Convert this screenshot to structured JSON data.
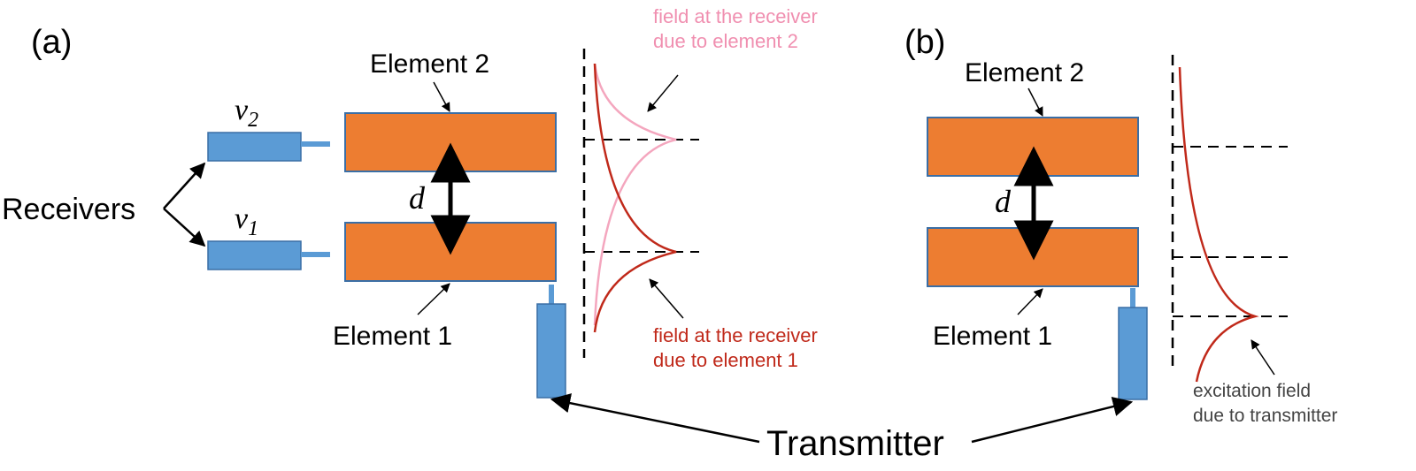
{
  "panel_a": {
    "label": "(a)",
    "element_top_label": "Element 2",
    "element_bottom_label": "Element 1",
    "receiver_top_var": "v",
    "receiver_top_sub": "2",
    "receiver_bottom_var": "v",
    "receiver_bottom_sub": "1",
    "receivers_label": "Receivers",
    "distance_label": "d",
    "field2_line1": "field at the receiver",
    "field2_line2": "due to element 2",
    "field1_line1": "field at the receiver",
    "field1_line2": "due to element 1"
  },
  "panel_b": {
    "label": "(b)",
    "element_top_label": "Element 2",
    "element_bottom_label": "Element 1",
    "distance_label": "d",
    "excitation_line1": "excitation field",
    "excitation_line2": "due to transmitter"
  },
  "transmitter_label": "Transmitter",
  "colors": {
    "element_fill": "#ed7d31",
    "element_stroke": "#3a6ea5",
    "device_fill": "#5b9bd5",
    "field_element1": "#c0291a",
    "field_element2": "#f4a6be",
    "label_element1": "#c0291a",
    "label_element2": "#f08fb0",
    "label_excitation": "#444444"
  }
}
